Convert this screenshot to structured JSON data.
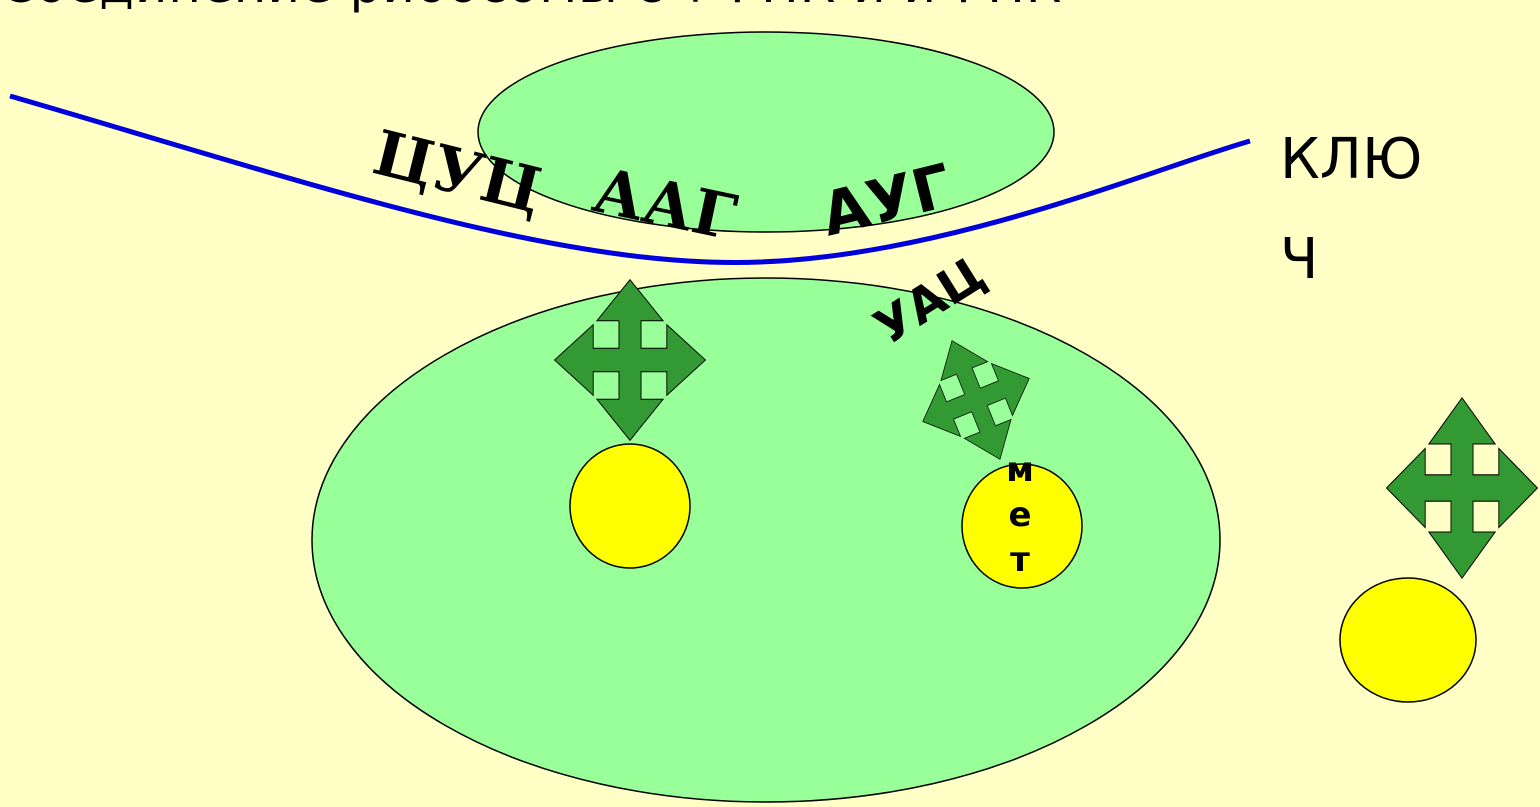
{
  "header": {
    "title": "Соединение рибосомы с т-РНК и и-РНК"
  },
  "mrna_label": {
    "line1": "КЛЮ",
    "line2": "Ч"
  },
  "codons": {
    "c1": "ЦУЦ",
    "c2": "ААГ",
    "c3": "АУГ"
  },
  "anticodon": "УАЦ",
  "amino_acid": {
    "l1": "м",
    "l2": "е",
    "l3": "т"
  },
  "colors": {
    "background": "#ffffc6",
    "subunit_fill": "#99ff99",
    "arrow_fill": "#339933",
    "amino_fill": "#ffff00",
    "mrna_stroke": "#0000dd"
  }
}
